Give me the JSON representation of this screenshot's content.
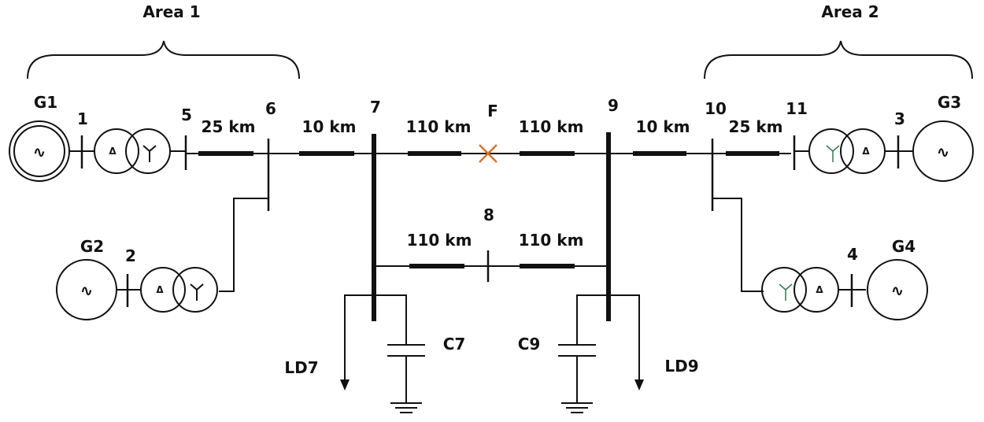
{
  "areas": {
    "area1": "Area 1",
    "area2": "Area 2"
  },
  "generators": {
    "g1": "G1",
    "g2": "G2",
    "g3": "G3",
    "g4": "G4"
  },
  "buses": {
    "b1": "1",
    "b2": "2",
    "b3": "3",
    "b4": "4",
    "b5": "5",
    "b6": "6",
    "b7": "7",
    "b8": "8",
    "b9": "9",
    "b10": "10",
    "b11": "11"
  },
  "lines": {
    "l5_6": "25 km",
    "l6_7": "10 km",
    "l7_F": "110 km",
    "lF_9": "110 km",
    "l7_8": "110 km",
    "l8_9": "110 km",
    "l9_10": "10 km",
    "l10_11": "25 km"
  },
  "fault": "F",
  "loads": {
    "ld7": "LD7",
    "ld9": "LD9"
  },
  "capacitors": {
    "c7": "C7",
    "c9": "C9"
  },
  "symbols": {
    "delta": "Δ",
    "sine": "∿"
  },
  "colors": {
    "g1_ring": "#2b2f8f",
    "fault": "#e07020",
    "fault_label": "#1f2a6b",
    "wye_green": "#2e7d4f"
  }
}
